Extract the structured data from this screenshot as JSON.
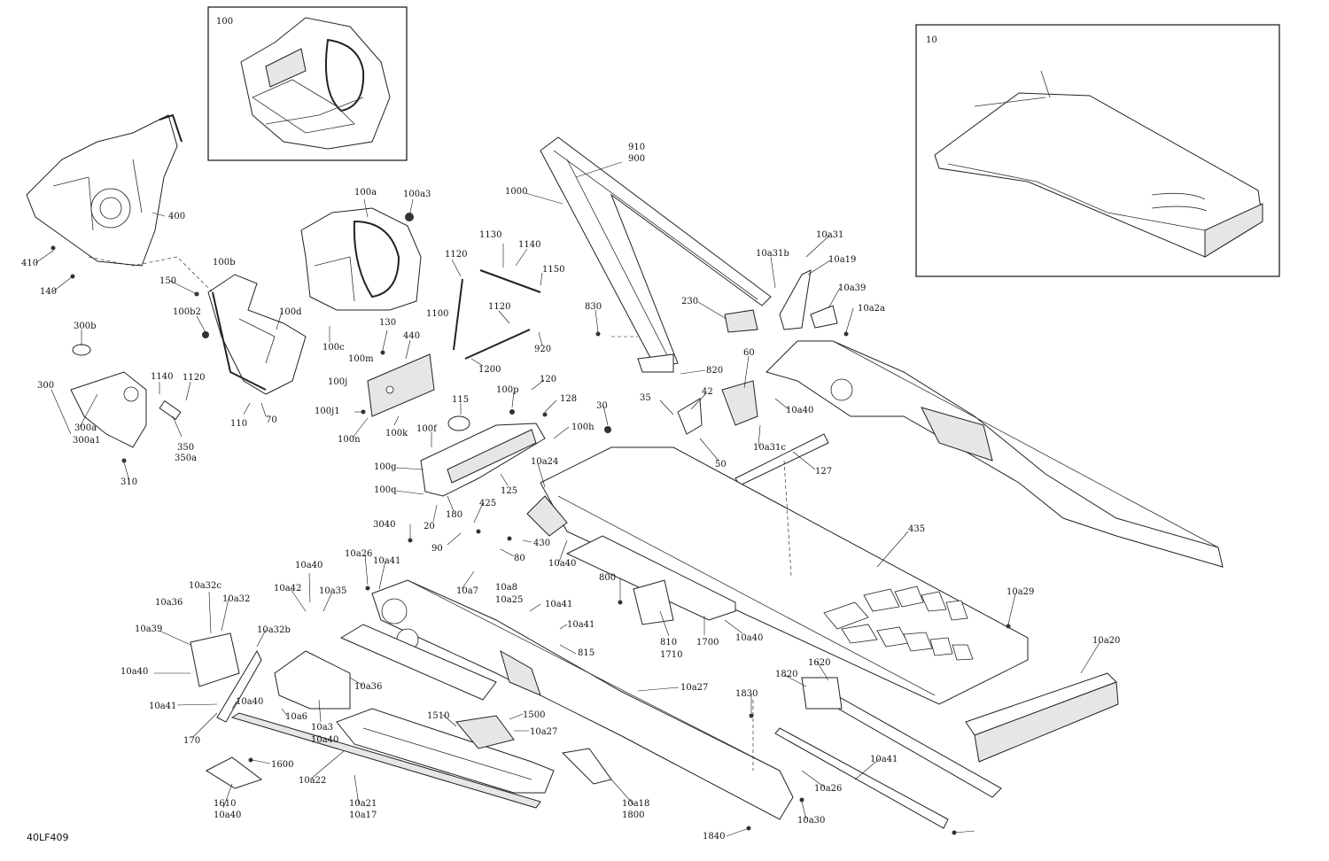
{
  "diagram_code": "40LF409",
  "insets": [
    {
      "label": "100"
    },
    {
      "label": "10"
    }
  ],
  "callouts": [
    "400",
    "410",
    "140",
    "150",
    "100b",
    "100b2",
    "100d",
    "100c",
    "110",
    "70",
    "300b",
    "300",
    "300a",
    "300a1",
    "310",
    "1140",
    "1120",
    "350",
    "350a",
    "100a",
    "100a3",
    "130",
    "440",
    "100m",
    "100j",
    "100j1",
    "100n",
    "100k",
    "1000",
    "910",
    "900",
    "1130",
    "1140",
    "1120",
    "1150",
    "1100",
    "1200",
    "1120",
    "920",
    "830",
    "820",
    "230",
    "35",
    "42",
    "50",
    "60",
    "10a31c",
    "10a31b",
    "10a31",
    "10a19",
    "10a39",
    "10a2a",
    "10a40",
    "127",
    "120",
    "128",
    "100p",
    "115",
    "100h",
    "100f",
    "100g",
    "100q",
    "180",
    "125",
    "20",
    "30",
    "10a24",
    "435",
    "425",
    "90",
    "430",
    "80",
    "10a7",
    "10a8",
    "10a25",
    "10a40",
    "3040",
    "10a26",
    "10a41",
    "10a42",
    "10a35",
    "10a32c",
    "10a36",
    "10a32",
    "10a39",
    "10a32b",
    "10a40",
    "10a40",
    "10a41",
    "10a41",
    "815",
    "800",
    "810",
    "1710",
    "1700",
    "10a40",
    "10a29",
    "10a20",
    "10a41",
    "10a40",
    "170",
    "10a6",
    "10a3",
    "10a40",
    "10a36",
    "1510",
    "1500",
    "10a27",
    "10a27",
    "1830",
    "1820",
    "1620",
    "1600",
    "1610",
    "10a40",
    "10a22",
    "10a21",
    "10a17",
    "10a18",
    "1800",
    "10a41",
    "10a26",
    "10a30",
    "1840"
  ]
}
